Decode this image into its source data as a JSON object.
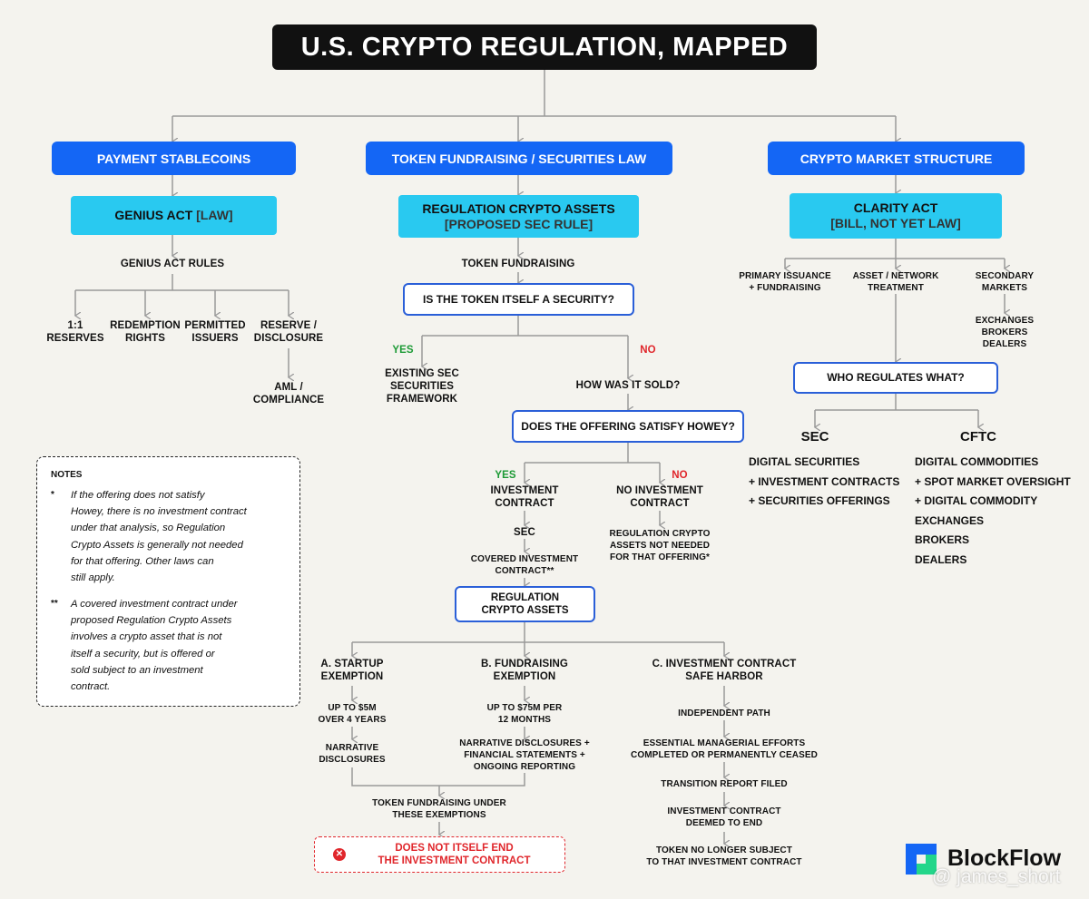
{
  "title": "U.S. CRYPTO REGULATION, MAPPED",
  "columns": {
    "stablecoins": {
      "header": "PAYMENT STABLECOINS",
      "act": "GENIUS ACT",
      "act_status": "[LAW]",
      "rules_label": "GENIUS ACT RULES",
      "rules": [
        "1:1\nRESERVES",
        "REDEMPTION\nRIGHTS",
        "PERMITTED\nISSUERS",
        "RESERVE /\nDISCLOSURE"
      ],
      "aml": "AML /\nCOMPLIANCE"
    },
    "fundraising": {
      "header": "TOKEN FUNDRAISING / SECURITIES LAW",
      "rule": "REGULATION CRYPTO ASSETS",
      "rule_status": "[PROPOSED SEC RULE]",
      "token_fundraising": "TOKEN FUNDRAISING",
      "q_security": "IS THE TOKEN ITSELF A SECURITY?",
      "yes": "YES",
      "no": "NO",
      "existing_sec": "EXISTING SEC\nSECURITIES\nFRAMEWORK",
      "how_sold": "HOW WAS IT SOLD?",
      "q_howey": "DOES THE OFFERING SATISFY HOWEY?",
      "yes2": "YES",
      "no2": "NO",
      "investment_contract": "INVESTMENT\nCONTRACT",
      "no_investment_contract": "NO INVESTMENT\nCONTRACT",
      "sec": "SEC",
      "not_needed": "REGULATION CRYPTO\nASSETS NOT NEEDED\nFOR THAT OFFERING*",
      "covered": "COVERED INVESTMENT\nCONTRACT**",
      "reg_box": "REGULATION\nCRYPTO ASSETS",
      "a_title": "A. STARTUP\nEXEMPTION",
      "a_limit": "UP TO $5M\nOVER 4 YEARS",
      "a_disc": "NARRATIVE\nDISCLOSURES",
      "b_title": "B. FUNDRAISING\nEXEMPTION",
      "b_limit": "UP TO $75M PER\n12 MONTHS",
      "b_disc": "NARRATIVE DISCLOSURES +\nFINANCIAL STATEMENTS +\nONGOING REPORTING",
      "c_title": "C. INVESTMENT CONTRACT\nSAFE HARBOR",
      "c_steps": [
        "INDEPENDENT PATH",
        "ESSENTIAL MANAGERIAL EFFORTS\nCOMPLETED OR PERMANENTLY CEASED",
        "TRANSITION REPORT FILED",
        "INVESTMENT CONTRACT\nDEEMED TO END",
        "TOKEN NO LONGER SUBJECT\nTO THAT INVESTMENT CONTRACT"
      ],
      "under_exemptions": "TOKEN FUNDRAISING UNDER\nTHESE EXEMPTIONS",
      "does_not_end": "DOES NOT ITSELF END\nTHE INVESTMENT CONTRACT"
    },
    "market": {
      "header": "CRYPTO MARKET STRUCTURE",
      "act": "CLARITY ACT",
      "act_status": "[BILL, NOT YET LAW]",
      "primary": "PRIMARY ISSUANCE\n+ FUNDRAISING",
      "asset": "ASSET / NETWORK\nTREATMENT",
      "secondary": "SECONDARY\nMARKETS",
      "venues": "EXCHANGES\nBROKERS\nDEALERS",
      "who": "WHO REGULATES WHAT?",
      "sec": "SEC",
      "cftc": "CFTC",
      "sec_list": "DIGITAL SECURITIES\n+ INVESTMENT CONTRACTS\n+ SECURITIES OFFERINGS",
      "cftc_list": "DIGITAL COMMODITIES\n+ SPOT MARKET OVERSIGHT\n+ DIGITAL COMMODITY\nEXCHANGES\nBROKERS\nDEALERS"
    }
  },
  "notes": {
    "heading": "NOTES",
    "items": [
      {
        "marker": "*",
        "text": "If the offering does not satisfy\nHowey, there is no investment contract\nunder that analysis, so Regulation\nCrypto Assets is generally not needed\nfor that offering. Other laws can\nstill apply."
      },
      {
        "marker": "**",
        "text": "A covered investment contract under\nproposed Regulation Crypto Assets\ninvolves a crypto asset that is not\nitself a security, but is offered or\nsold subject to an investment\ncontract."
      }
    ]
  },
  "brand": {
    "name": "BlockFlow",
    "watermark": "@ james_short"
  },
  "colors": {
    "accent_blue": "#1466f5",
    "cyan": "#29c9f0",
    "yes": "#1c9a35",
    "no": "#e0262b"
  }
}
